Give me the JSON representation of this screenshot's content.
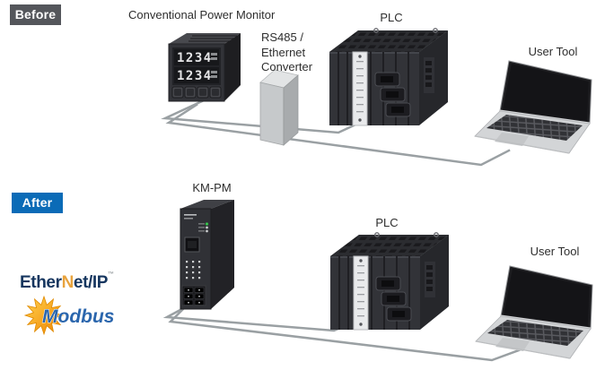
{
  "before_section": {
    "badge": "Before",
    "monitor": {
      "label": "Conventional Power Monitor",
      "display_rows": [
        "1234",
        "1234"
      ]
    },
    "converter": {
      "label_lines": [
        "RS485 /",
        "Ethernet",
        "Converter"
      ]
    },
    "plc_label": "PLC",
    "user_tool_label": "User Tool"
  },
  "after_section": {
    "badge": "After",
    "device_label": "KM-PM",
    "plc_label": "PLC",
    "user_tool_label": "User Tool",
    "protocols": {
      "ethernet_ip": {
        "prefix": "Ether",
        "accent": "N",
        "suffix": "et/IP",
        "trademark": "™"
      },
      "modbus": {
        "name": "Modbus"
      }
    }
  },
  "colors": {
    "before_badge_bg": "#54565b",
    "after_badge_bg": "#0b6bb7",
    "cable": "#9aa0a3",
    "ethernet_ip_text": "#16365f",
    "ethernet_ip_accent": "#e8a33d",
    "modbus_text": "#2b66ad",
    "modbus_gear": "#f59c00",
    "device_body": "#323338",
    "converter_body": "#c6c9cb"
  }
}
